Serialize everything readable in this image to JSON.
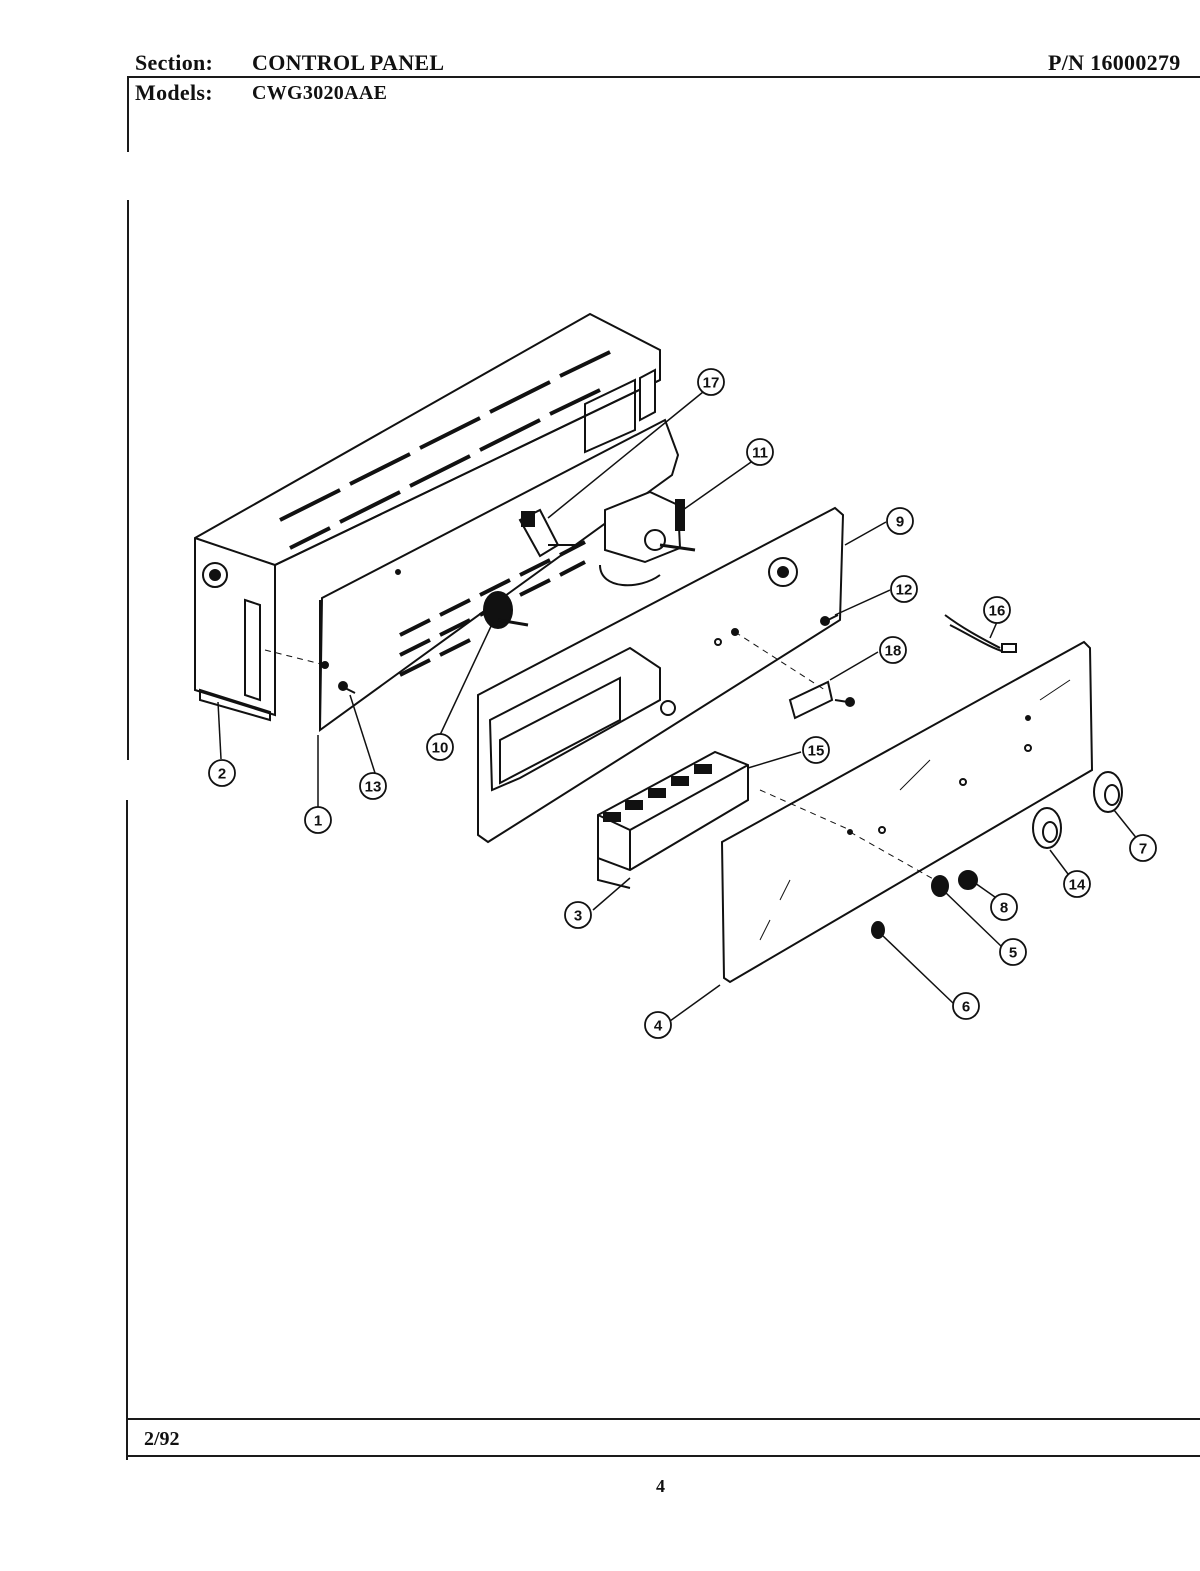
{
  "header": {
    "section_label": "Section:",
    "section_value": "CONTROL PANEL",
    "models_label": "Models:",
    "models_value": "CWG3020AAE",
    "part_number": "P/N 16000279"
  },
  "footer": {
    "date": "2/92",
    "page_number": "4"
  },
  "diagram": {
    "callouts": [
      "1",
      "2",
      "3",
      "4",
      "5",
      "6",
      "7",
      "8",
      "9",
      "10",
      "11",
      "12",
      "13",
      "14",
      "15",
      "16",
      "17",
      "18"
    ]
  }
}
